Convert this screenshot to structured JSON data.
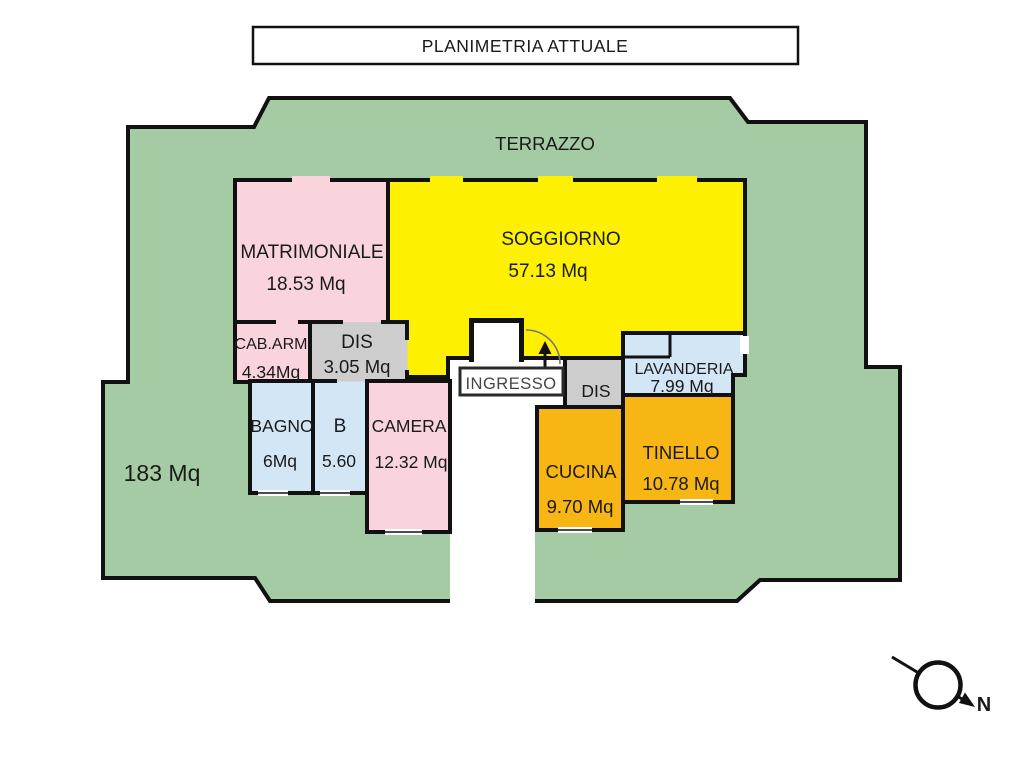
{
  "title": "PLANIMETRIA ATTUALE",
  "terrace": {
    "label": "TERRAZZO",
    "area_label": "183 Mq"
  },
  "rooms": {
    "matrimoniale": {
      "name": "MATRIMONIALE",
      "area": "18.53 Mq"
    },
    "soggiorno": {
      "name": "SOGGIORNO",
      "area": "57.13 Mq"
    },
    "cab_arm": {
      "name": "CAB.ARM",
      "area": "4.34Mq"
    },
    "dis1": {
      "name": "DIS",
      "area": "3.05 Mq"
    },
    "bagno": {
      "name": "BAGNO",
      "area": "6Mq"
    },
    "b": {
      "name": "B",
      "area": "5.60"
    },
    "camera": {
      "name": "CAMERA",
      "area": "12.32 Mq"
    },
    "ingresso": {
      "name": "INGRESSO"
    },
    "dis2": {
      "name": "DIS"
    },
    "lavanderia": {
      "name": "LAVANDERIA",
      "area": "7.99 Mq"
    },
    "cucina": {
      "name": "CUCINA",
      "area": "9.70 Mq"
    },
    "tinello": {
      "name": "TINELLO",
      "area": "10.78 Mq"
    }
  },
  "compass": {
    "north_label": "N"
  },
  "colors": {
    "terrace_green": "#a5cba5",
    "room_yellow": "#fdf000",
    "room_pink": "#f9d4dc",
    "room_blue": "#d3e6f6",
    "room_orange": "#f7b614",
    "room_gray": "#cdcdcd",
    "wall": "#111111"
  }
}
